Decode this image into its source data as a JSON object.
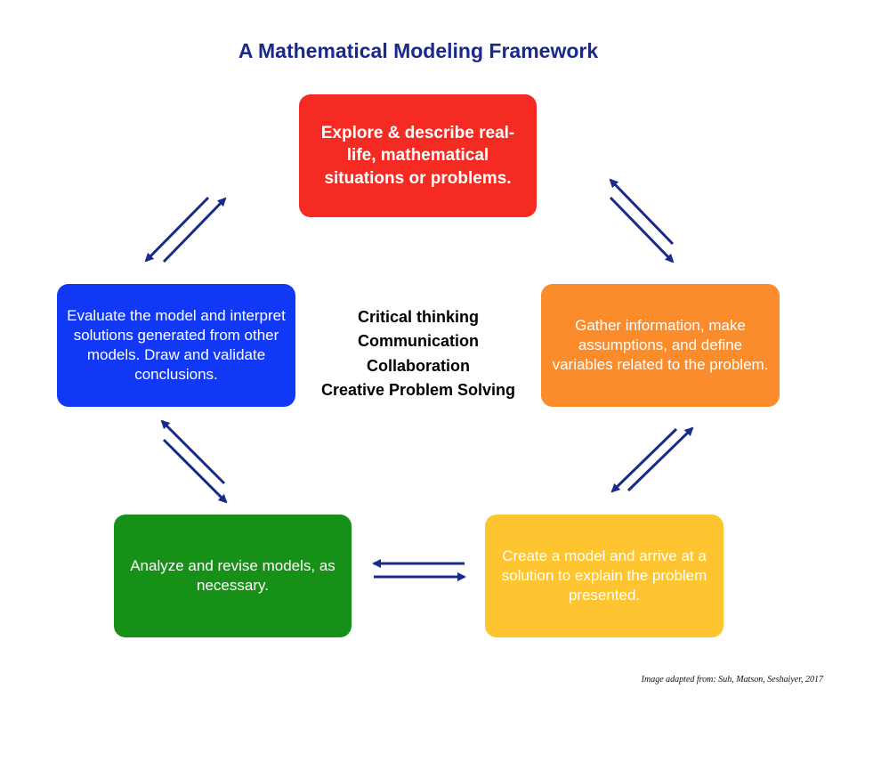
{
  "diagram": {
    "title": "A Mathematical Modeling Framework",
    "stages": {
      "explore": "Explore & describe real-life, mathematical situations or problems.",
      "gather": "Gather information, make assumptions, and define variables related to the problem.",
      "create": "Create a model and arrive at a solution to explain the problem presented.",
      "analyze": "Analyze and revise models, as necessary.",
      "evaluate": "Evaluate the model and interpret solutions generated from other models. Draw and validate conclusions."
    },
    "center_skills": [
      "Critical thinking",
      "Communication",
      "Collaboration",
      "Creative Problem Solving"
    ],
    "citation": "Image adapted from: Suh, Matson, Seshaiyer, 2017",
    "colors": {
      "title": "#1a2a8a",
      "arrow": "#1a2a8a",
      "explore": "#f52a22",
      "gather": "#fb8c2b",
      "create": "#fec530",
      "analyze": "#179018",
      "evaluate": "#1138f5"
    }
  }
}
